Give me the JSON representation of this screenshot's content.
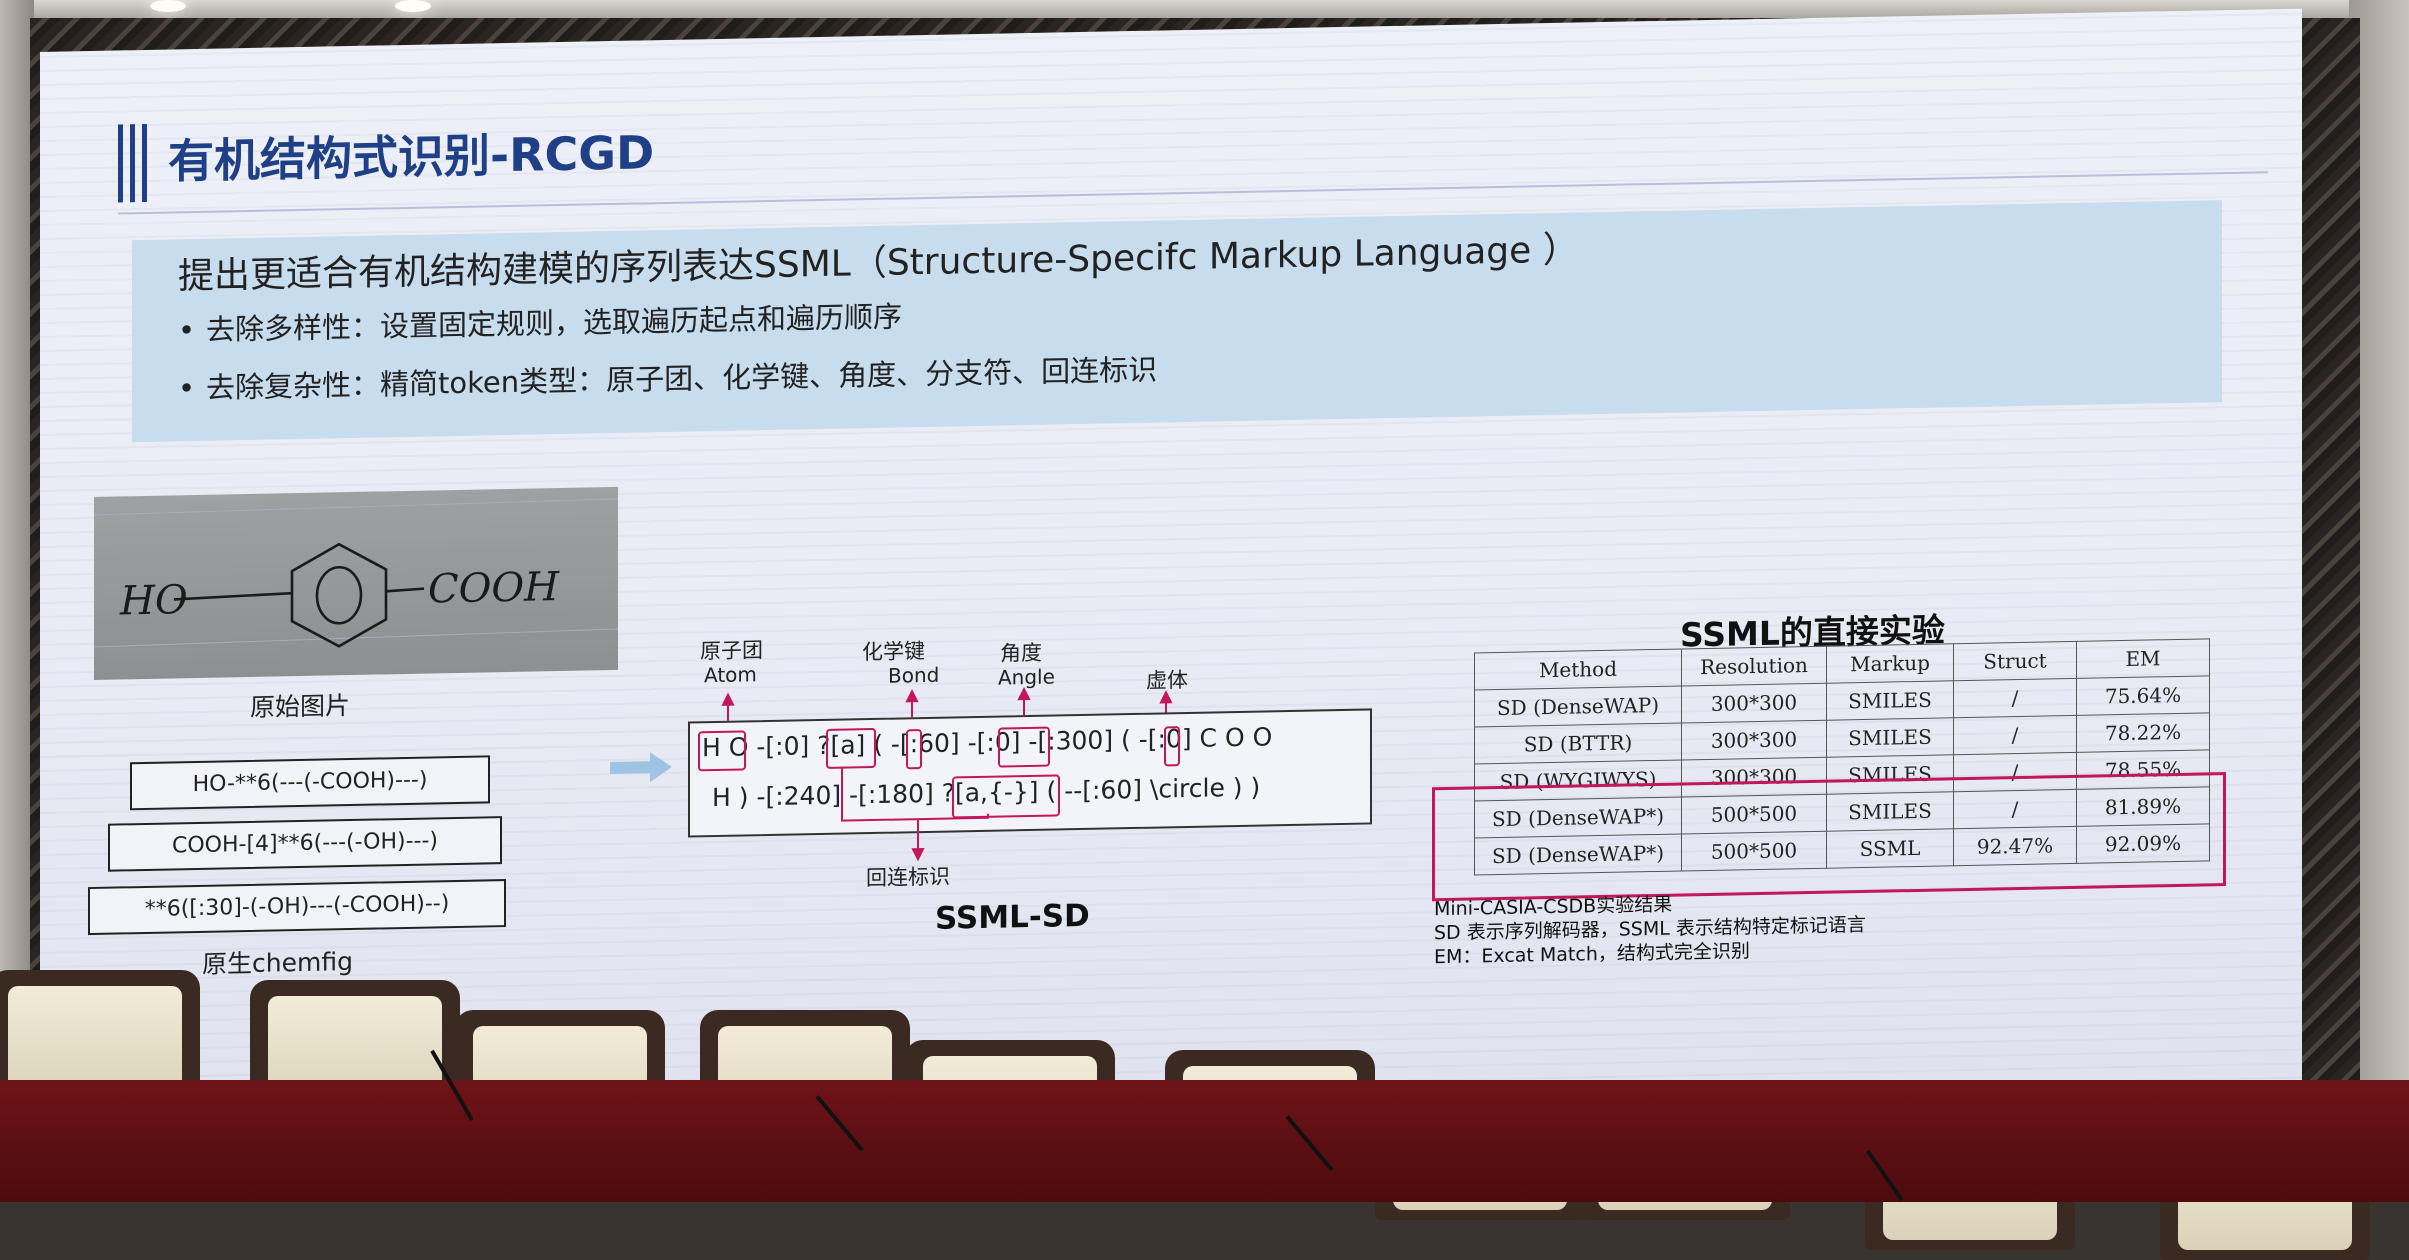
{
  "slide": {
    "title": "有机结构式识别-RCGD",
    "headline": "提出更适合有机结构建模的序列表达SSML（Structure-Specifc Markup Language ）",
    "bullets": [
      "去除多样性：设置固定规则，选取遍历起点和遍历顺序",
      "去除复杂性：精简token类型：原子团、化学键、角度、分支符、回连标识"
    ],
    "bullet_marker": "•"
  },
  "left_panel": {
    "photo_caption": "原始图片",
    "handwriting": {
      "left": "HO",
      "right": "COOH"
    },
    "chemfig_boxes": [
      "HO-**6(---(-COOH)---)",
      "COOH-[4]**6(---(-OH)---)",
      "**6([:30]-(-OH)---(-COOH)--)"
    ],
    "chemfig_caption": "原生chemfig"
  },
  "middle_panel": {
    "labels": {
      "atom_cn": "原子团",
      "atom_en": "Atom",
      "bond_cn": "化学键",
      "bond_en": "Bond",
      "angle_cn": "角度",
      "angle_en": "Angle",
      "virtual_cn": "虚体",
      "ring_closure_cn": "回连标识"
    },
    "seq_line1": "H O -[:0] ?[a] ( -[:60] -[:0] -[:300] ( -[:0] C O O",
    "seq_line2": "H ) -[:240] -[:180] ?[a,{-}] ( --[:60] \\circle ) )",
    "title": "SSML-SD"
  },
  "right_panel": {
    "title": "SSML的直接实验",
    "table": {
      "headers": [
        "Method",
        "Resolution",
        "Markup",
        "Struct",
        "EM"
      ],
      "rows": [
        [
          "SD (DenseWAP)",
          "300*300",
          "SMILES",
          "/",
          "75.64%"
        ],
        [
          "SD (BTTR)",
          "300*300",
          "SMILES",
          "/",
          "78.22%"
        ],
        [
          "SD (WYGIWYS)",
          "300*300",
          "SMILES",
          "/",
          "78.55%"
        ],
        [
          "SD (DenseWAP*)",
          "500*500",
          "SMILES",
          "/",
          "81.89%"
        ],
        [
          "SD (DenseWAP*)",
          "500*500",
          "SSML",
          "92.47%",
          "92.09%"
        ]
      ]
    },
    "notes": [
      "Mini-CASIA-CSDB实验结果",
      "SD 表示序列解码器，SSML 表示结构特定标记语言",
      "EM：Excat Match，结构式完全识别"
    ],
    "highlight_color": "#c2185b"
  },
  "colors": {
    "title_blue": "#1f3f86",
    "box_blue": "#c7dcec"
  }
}
